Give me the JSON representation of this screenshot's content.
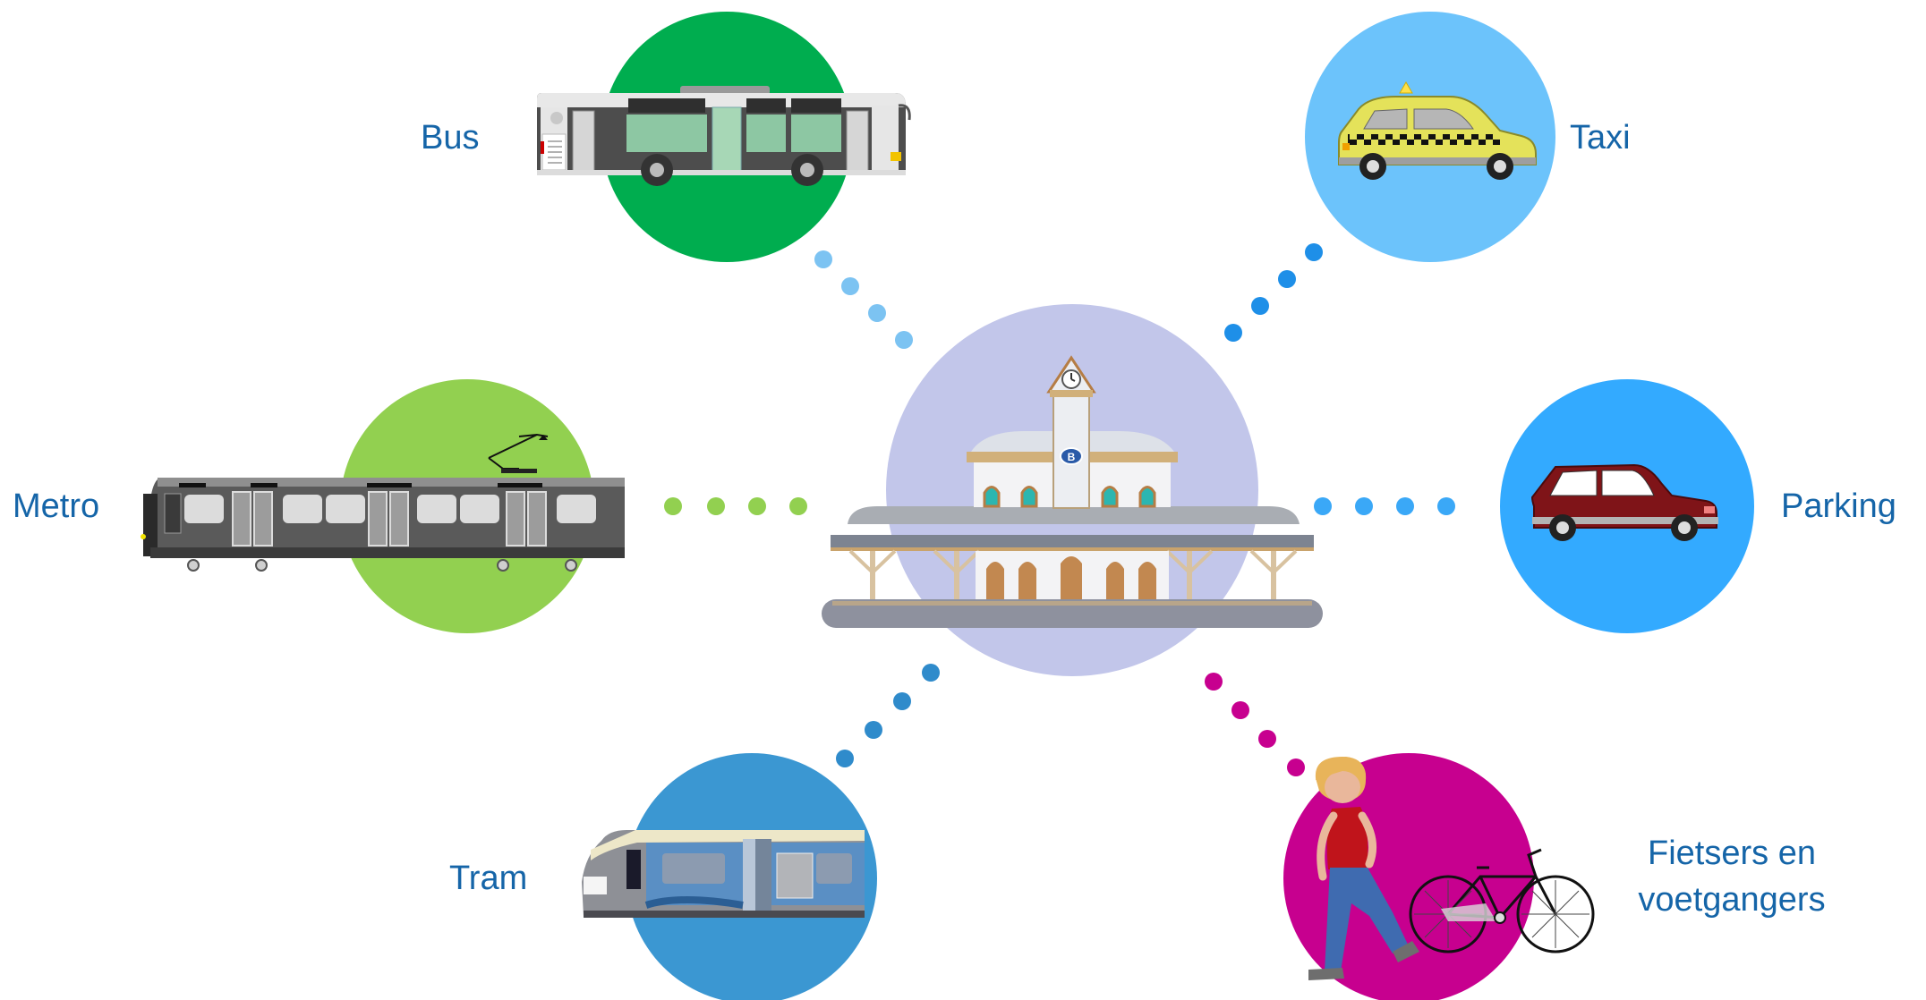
{
  "colors": {
    "label_text": "#1565a8",
    "station_circle": "#c2c6ea",
    "bus_circle": "#00ad4f",
    "taxi_circle": "#6cc3fb",
    "metro_circle": "#92d050",
    "parking_circle": "#33aaff",
    "tram_circle": "#3b97d2",
    "pedestrian_circle": "#c7008f",
    "bus_dots": "#7cc3f2",
    "taxi_dots": "#1e8fe8",
    "metro_dots": "#92d050",
    "parking_dots": "#3aa8f7",
    "tram_dots": "#2f8bcb",
    "pedestrian_dots": "#c7008f"
  },
  "hub": {
    "icon": "train-station-icon"
  },
  "modes": {
    "bus": {
      "label": "Bus",
      "icon": "bus-icon"
    },
    "taxi": {
      "label": "Taxi",
      "icon": "taxi-icon"
    },
    "metro": {
      "label": "Metro",
      "icon": "metro-train-icon"
    },
    "parking": {
      "label": "Parking",
      "icon": "car-icon"
    },
    "tram": {
      "label": "Tram",
      "icon": "tram-icon"
    },
    "pedestrians": {
      "label_line1": "Fietsers en",
      "label_line2": "voetgangers",
      "icon": "walking-person-bicycle-icon"
    }
  }
}
